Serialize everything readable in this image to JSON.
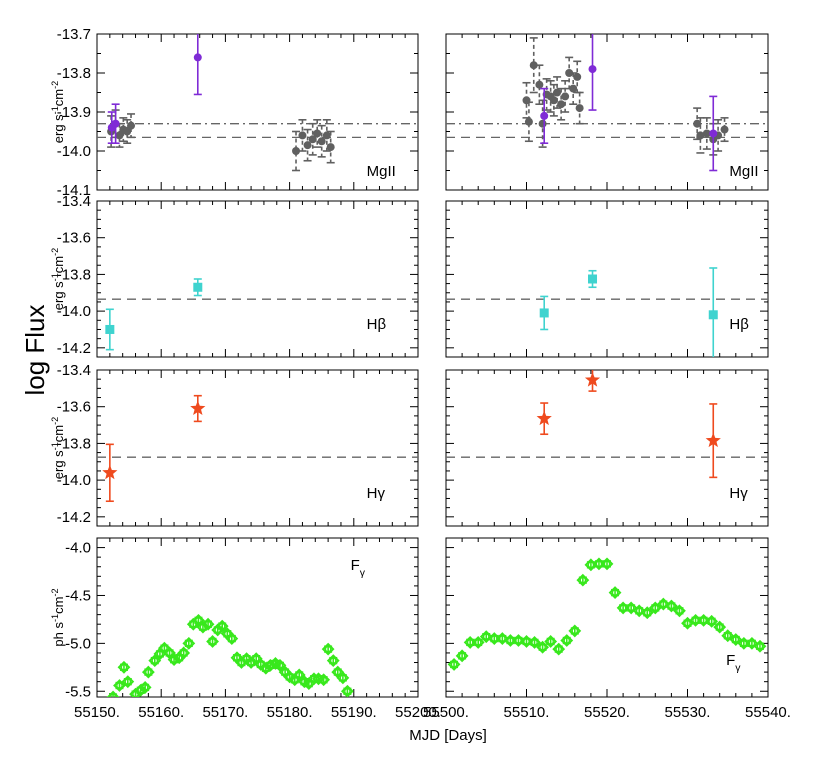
{
  "figure": {
    "global_ylabel": "log Flux",
    "xlabel": "MJD [Days]"
  },
  "chart_data": [
    {
      "id": "mg-left",
      "type": "scatter",
      "xlim": [
        55150,
        55200
      ],
      "ylim": [
        -14.1,
        -13.7
      ],
      "xticks": [
        55150,
        55160,
        55170,
        55180,
        55190,
        55200
      ],
      "xtick_labels_shown": false,
      "yticks": [
        -13.7,
        -13.8,
        -13.9,
        -14.0,
        -14.1
      ],
      "ytick_labels": [
        "-13.7",
        "-13.8",
        "-13.9",
        "-14.0",
        "-14.1"
      ],
      "ylabel": "erg s⁻¹cm⁻²",
      "label": "MgII",
      "ref_lines": [
        {
          "y": -13.93,
          "style": "dashdot"
        },
        {
          "y": -13.965,
          "style": "dashed"
        }
      ],
      "series": [
        {
          "marker": "circle",
          "color": "#606060",
          "errstyle": "dashed",
          "points": [
            [
              55152.2,
              -13.95,
              0.04
            ],
            [
              55152.9,
              -13.93,
              0.035
            ],
            [
              55153.5,
              -13.96,
              0.03
            ],
            [
              55154.1,
              -13.945,
              0.03
            ],
            [
              55154.7,
              -13.95,
              0.03
            ],
            [
              55155.3,
              -13.935,
              0.03
            ],
            [
              55181.0,
              -14.0,
              0.05
            ],
            [
              55182.0,
              -13.96,
              0.04
            ],
            [
              55182.8,
              -13.985,
              0.04
            ],
            [
              55183.6,
              -13.97,
              0.04
            ],
            [
              55184.3,
              -13.955,
              0.035
            ],
            [
              55185.0,
              -13.975,
              0.04
            ],
            [
              55185.8,
              -13.96,
              0.04
            ],
            [
              55186.4,
              -13.99,
              0.04
            ]
          ]
        },
        {
          "marker": "circle",
          "color": "#7f2bd6",
          "errstyle": "solid",
          "points": [
            [
              55152.3,
              -13.94,
              0.04
            ],
            [
              55152.9,
              -13.93,
              0.05
            ],
            [
              55165.7,
              -13.76,
              0.095
            ]
          ]
        }
      ]
    },
    {
      "id": "mg-right",
      "type": "scatter",
      "xlim": [
        55500,
        55540
      ],
      "ylim": [
        -14.1,
        -13.7
      ],
      "xticks": [
        55500,
        55510,
        55520,
        55530,
        55540
      ],
      "xtick_labels_shown": false,
      "yticks": [
        -13.7,
        -13.8,
        -13.9,
        -14.0,
        -14.1
      ],
      "ytick_labels": [],
      "label": "MgII",
      "ref_lines": [
        {
          "y": -13.93,
          "style": "dashdot"
        },
        {
          "y": -13.965,
          "style": "dashed"
        }
      ],
      "series": [
        {
          "marker": "circle",
          "color": "#606060",
          "errstyle": "dashed",
          "points": [
            [
              55510.0,
              -13.87,
              0.045
            ],
            [
              55510.3,
              -13.925,
              0.05
            ],
            [
              55510.9,
              -13.78,
              0.07
            ],
            [
              55511.6,
              -13.83,
              0.05
            ],
            [
              55512.0,
              -13.93,
              0.06
            ],
            [
              55512.5,
              -13.855,
              0.04
            ],
            [
              55513.0,
              -13.86,
              0.04
            ],
            [
              55513.4,
              -13.87,
              0.04
            ],
            [
              55513.8,
              -13.85,
              0.04
            ],
            [
              55514.3,
              -13.88,
              0.04
            ],
            [
              55514.8,
              -13.86,
              0.04
            ],
            [
              55515.3,
              -13.8,
              0.04
            ],
            [
              55515.8,
              -13.84,
              0.04
            ],
            [
              55516.3,
              -13.81,
              0.04
            ],
            [
              55516.6,
              -13.89,
              0.04
            ],
            [
              55531.2,
              -13.93,
              0.04
            ],
            [
              55531.6,
              -13.96,
              0.045
            ],
            [
              55532.4,
              -13.955,
              0.04
            ],
            [
              55533.2,
              -13.97,
              0.04
            ],
            [
              55533.8,
              -13.96,
              0.04
            ],
            [
              55534.6,
              -13.945,
              0.03
            ]
          ]
        },
        {
          "marker": "circle",
          "color": "#7f2bd6",
          "errstyle": "solid",
          "points": [
            [
              55512.2,
              -13.91,
              0.07
            ],
            [
              55518.2,
              -13.79,
              0.105
            ],
            [
              55533.2,
              -13.955,
              0.095
            ]
          ]
        }
      ]
    },
    {
      "id": "hb-left",
      "type": "scatter",
      "xlim": [
        55150,
        55200
      ],
      "ylim": [
        -14.25,
        -13.4
      ],
      "xticks": [
        55150,
        55160,
        55170,
        55180,
        55190,
        55200
      ],
      "xtick_labels_shown": false,
      "yticks": [
        -13.4,
        -13.6,
        -13.8,
        -14.0,
        -14.2
      ],
      "ytick_labels": [
        "-13.4",
        "-13.6",
        "-13.8",
        "-14.0",
        "-14.2"
      ],
      "ylabel": "erg s⁻¹cm⁻²",
      "label": "Hβ",
      "ref_lines": [
        {
          "y": -13.935,
          "style": "dashed"
        }
      ],
      "series": [
        {
          "marker": "square",
          "color": "#3fd3cf",
          "errstyle": "solid",
          "points": [
            [
              55152.0,
              -14.1,
              0.11
            ],
            [
              55165.7,
              -13.87,
              0.045
            ]
          ]
        }
      ]
    },
    {
      "id": "hb-right",
      "type": "scatter",
      "xlim": [
        55500,
        55540
      ],
      "ylim": [
        -14.25,
        -13.4
      ],
      "xticks": [
        55500,
        55510,
        55520,
        55530,
        55540
      ],
      "xtick_labels_shown": false,
      "yticks": [
        -13.4,
        -13.6,
        -13.8,
        -14.0,
        -14.2
      ],
      "ytick_labels": [],
      "label": "Hβ",
      "ref_lines": [
        {
          "y": -13.935,
          "style": "dashed"
        }
      ],
      "series": [
        {
          "marker": "square",
          "color": "#3fd3cf",
          "errstyle": "solid",
          "points": [
            [
              55512.2,
              -14.01,
              0.09
            ],
            [
              55518.2,
              -13.825,
              0.045
            ],
            [
              55533.2,
              -14.02,
              0.255
            ]
          ]
        }
      ]
    },
    {
      "id": "hg-left",
      "type": "scatter",
      "xlim": [
        55150,
        55200
      ],
      "ylim": [
        -14.25,
        -13.4
      ],
      "xticks": [
        55150,
        55160,
        55170,
        55180,
        55190,
        55200
      ],
      "xtick_labels_shown": false,
      "yticks": [
        -13.4,
        -13.6,
        -13.8,
        -14.0,
        -14.2
      ],
      "ytick_labels": [
        "-13.4",
        "-13.6",
        "-13.8",
        "-14.0",
        "-14.2"
      ],
      "ylabel": "erg s⁻¹cm⁻²",
      "label": "Hγ",
      "ref_lines": [
        {
          "y": -13.875,
          "style": "dashed"
        }
      ],
      "series": [
        {
          "marker": "star",
          "color": "#ef4a1e",
          "errstyle": "solid",
          "points": [
            [
              55152.0,
              -13.96,
              0.155
            ],
            [
              55165.7,
              -13.61,
              0.07
            ]
          ]
        }
      ]
    },
    {
      "id": "hg-right",
      "type": "scatter",
      "xlim": [
        55500,
        55540
      ],
      "ylim": [
        -14.25,
        -13.4
      ],
      "xticks": [
        55500,
        55510,
        55520,
        55530,
        55540
      ],
      "xtick_labels_shown": false,
      "yticks": [
        -13.4,
        -13.6,
        -13.8,
        -14.0,
        -14.2
      ],
      "ytick_labels": [],
      "label": "Hγ",
      "ref_lines": [
        {
          "y": -13.875,
          "style": "dashed"
        }
      ],
      "series": [
        {
          "marker": "star",
          "color": "#ef4a1e",
          "errstyle": "solid",
          "points": [
            [
              55512.2,
              -13.665,
              0.085
            ],
            [
              55518.2,
              -13.455,
              0.06
            ],
            [
              55533.2,
              -13.785,
              0.2
            ]
          ]
        }
      ]
    },
    {
      "id": "fg-left",
      "type": "scatter",
      "xlim": [
        55150,
        55200
      ],
      "ylim": [
        -5.56,
        -3.9
      ],
      "xticks": [
        55150,
        55160,
        55170,
        55180,
        55190,
        55200
      ],
      "xtick_labels": [
        "55150.",
        "55160.",
        "55170.",
        "55180.",
        "55190.",
        "55200."
      ],
      "yticks": [
        -4.0,
        -4.5,
        -5.0,
        -5.5
      ],
      "ytick_labels": [
        "-4.0",
        "-4.5",
        "-5.0",
        "-5.5"
      ],
      "ylabel": "ph s⁻¹cm⁻²",
      "label": "Fγ",
      "series": [
        {
          "marker": "diamond-ring",
          "color": "#38e81c",
          "errstyle": "solid",
          "points": [
            [
              55152.5,
              -5.56,
              0.03
            ],
            [
              55153.5,
              -5.44,
              0.03
            ],
            [
              55154.2,
              -5.25,
              0.03
            ],
            [
              55154.8,
              -5.4,
              0.03
            ],
            [
              55156.0,
              -5.53,
              0.03
            ],
            [
              55156.8,
              -5.49,
              0.03
            ],
            [
              55157.5,
              -5.46,
              0.03
            ],
            [
              55158.0,
              -5.3,
              0.03
            ],
            [
              55159.0,
              -5.18,
              0.03
            ],
            [
              55159.8,
              -5.11,
              0.03
            ],
            [
              55160.5,
              -5.05,
              0.03
            ],
            [
              55161.3,
              -5.1,
              0.03
            ],
            [
              55162.0,
              -5.17,
              0.03
            ],
            [
              55162.8,
              -5.15,
              0.03
            ],
            [
              55163.5,
              -5.1,
              0.03
            ],
            [
              55164.3,
              -5.0,
              0.03
            ],
            [
              55165.0,
              -4.8,
              0.03
            ],
            [
              55165.8,
              -4.76,
              0.03
            ],
            [
              55166.5,
              -4.83,
              0.03
            ],
            [
              55167.3,
              -4.8,
              0.03
            ],
            [
              55168.0,
              -4.98,
              0.03
            ],
            [
              55168.8,
              -4.86,
              0.03
            ],
            [
              55169.5,
              -4.82,
              0.03
            ],
            [
              55170.3,
              -4.9,
              0.03
            ],
            [
              55171.0,
              -4.95,
              0.03
            ],
            [
              55171.8,
              -5.15,
              0.03
            ],
            [
              55172.5,
              -5.2,
              0.03
            ],
            [
              55173.3,
              -5.16,
              0.03
            ],
            [
              55174.0,
              -5.2,
              0.03
            ],
            [
              55174.8,
              -5.16,
              0.03
            ],
            [
              55175.5,
              -5.22,
              0.03
            ],
            [
              55176.3,
              -5.26,
              0.03
            ],
            [
              55177.0,
              -5.23,
              0.03
            ],
            [
              55177.8,
              -5.21,
              0.03
            ],
            [
              55178.5,
              -5.23,
              0.03
            ],
            [
              55179.3,
              -5.3,
              0.03
            ],
            [
              55180.0,
              -5.35,
              0.03
            ],
            [
              55180.8,
              -5.38,
              0.03
            ],
            [
              55181.5,
              -5.33,
              0.03
            ],
            [
              55182.3,
              -5.4,
              0.03
            ],
            [
              55183.0,
              -5.42,
              0.03
            ],
            [
              55183.8,
              -5.37,
              0.03
            ],
            [
              55184.5,
              -5.37,
              0.03
            ],
            [
              55185.3,
              -5.38,
              0.03
            ],
            [
              55186.0,
              -5.06,
              0.03
            ],
            [
              55186.8,
              -5.18,
              0.03
            ],
            [
              55187.5,
              -5.3,
              0.03
            ],
            [
              55188.3,
              -5.36,
              0.03
            ],
            [
              55189.0,
              -5.5,
              0.03
            ]
          ]
        }
      ]
    },
    {
      "id": "fg-right",
      "type": "scatter",
      "xlim": [
        55500,
        55540
      ],
      "ylim": [
        -5.56,
        -3.9
      ],
      "xticks": [
        55500,
        55510,
        55520,
        55530,
        55540
      ],
      "xtick_labels": [
        "55500.",
        "55510.",
        "55520.",
        "55530.",
        "55540."
      ],
      "yticks": [
        -4.0,
        -4.5,
        -5.0,
        -5.5
      ],
      "ytick_labels": [],
      "label": "Fγ",
      "series": [
        {
          "marker": "diamond-ring",
          "color": "#38e81c",
          "errstyle": "solid",
          "points": [
            [
              55501.0,
              -5.22,
              0.03
            ],
            [
              55502.0,
              -5.13,
              0.03
            ],
            [
              55503.0,
              -4.99,
              0.03
            ],
            [
              55504.0,
              -4.99,
              0.03
            ],
            [
              55505.0,
              -4.93,
              0.03
            ],
            [
              55506.0,
              -4.95,
              0.03
            ],
            [
              55507.0,
              -4.95,
              0.03
            ],
            [
              55508.0,
              -4.97,
              0.03
            ],
            [
              55509.0,
              -4.97,
              0.03
            ],
            [
              55510.0,
              -4.98,
              0.03
            ],
            [
              55511.0,
              -4.99,
              0.03
            ],
            [
              55512.0,
              -5.04,
              0.03
            ],
            [
              55513.0,
              -4.98,
              0.03
            ],
            [
              55514.0,
              -5.06,
              0.03
            ],
            [
              55515.0,
              -4.97,
              0.03
            ],
            [
              55516.0,
              -4.87,
              0.03
            ],
            [
              55517.0,
              -4.34,
              0.03
            ],
            [
              55518.0,
              -4.18,
              0.03
            ],
            [
              55519.0,
              -4.17,
              0.03
            ],
            [
              55520.0,
              -4.17,
              0.03
            ],
            [
              55521.0,
              -4.47,
              0.03
            ],
            [
              55522.0,
              -4.63,
              0.03
            ],
            [
              55523.0,
              -4.63,
              0.03
            ],
            [
              55524.0,
              -4.66,
              0.03
            ],
            [
              55525.0,
              -4.68,
              0.03
            ],
            [
              55526.0,
              -4.63,
              0.03
            ],
            [
              55527.0,
              -4.59,
              0.03
            ],
            [
              55528.0,
              -4.61,
              0.03
            ],
            [
              55529.0,
              -4.66,
              0.03
            ],
            [
              55530.0,
              -4.79,
              0.03
            ],
            [
              55531.0,
              -4.76,
              0.03
            ],
            [
              55532.0,
              -4.76,
              0.03
            ],
            [
              55533.0,
              -4.77,
              0.03
            ],
            [
              55534.0,
              -4.83,
              0.03
            ],
            [
              55535.0,
              -4.92,
              0.03
            ],
            [
              55536.0,
              -4.96,
              0.03
            ],
            [
              55537.0,
              -5.0,
              0.03
            ],
            [
              55538.0,
              -5.0,
              0.03
            ],
            [
              55539.0,
              -5.03,
              0.03
            ]
          ]
        }
      ]
    }
  ]
}
